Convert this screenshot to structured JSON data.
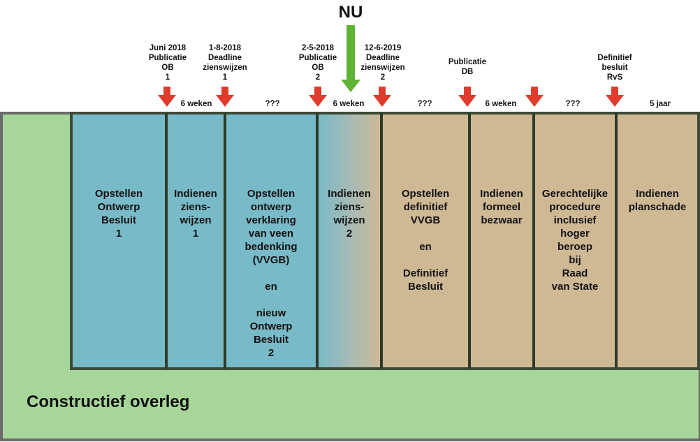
{
  "diagram": {
    "now_label": "NU",
    "bottom_label": "Constructief overleg",
    "milestones": [
      {
        "lines": [
          "Juni 2018",
          "Publicatie",
          "OB",
          "1"
        ]
      },
      {
        "lines": [
          "1-8-2018",
          "Deadline",
          "zienswijzen",
          "1"
        ]
      },
      {
        "lines": [
          "2-5-2018",
          "Publicatie",
          "OB",
          "2"
        ]
      },
      {
        "lines": [
          "12-6-2019",
          "Deadline",
          "zienswijzen",
          "2"
        ]
      },
      {
        "lines": [
          "Publicatie",
          "DB"
        ]
      },
      {
        "lines": []
      },
      {
        "lines": [
          "Definitief",
          "besluit",
          "RvS"
        ]
      }
    ],
    "intervals": [
      "6 weken",
      "???",
      "6 weken",
      "???",
      "6 weken",
      "???",
      "5 jaar"
    ],
    "phases": [
      {
        "lines": [
          "Opstellen",
          "Ontwerp",
          "Besluit",
          "1"
        ]
      },
      {
        "lines": [
          "Indienen",
          "ziens-",
          "wijzen",
          "1"
        ]
      },
      {
        "lines": [
          "Opstellen",
          "ontwerp",
          "verklaring",
          "van veen",
          "bedenking",
          "(VVGB)",
          "",
          "en",
          "",
          "nieuw",
          "Ontwerp",
          "Besluit",
          "2"
        ]
      },
      {
        "lines": [
          "Indienen",
          "ziens-",
          "wijzen",
          "2"
        ]
      },
      {
        "lines": [
          "Opstellen",
          "definitief",
          "VVGB",
          "",
          "en",
          "",
          "Definitief",
          "Besluit"
        ]
      },
      {
        "lines": [
          "Indienen",
          "formeel",
          "bezwaar"
        ]
      },
      {
        "lines": [
          "Gerechtelijke",
          "procedure",
          "inclusief",
          "hoger",
          "beroep",
          "bij",
          "Raad",
          "van State"
        ]
      },
      {
        "lines": [
          "Indienen",
          "planschade"
        ]
      }
    ],
    "colors": {
      "green_bg": "#a8d69a",
      "blue_phase": "#78bac8",
      "tan_phase": "#cfb995",
      "border": "#3d4a37",
      "arrow_red": "#e03c2d",
      "arrow_green": "#5fb234"
    }
  }
}
